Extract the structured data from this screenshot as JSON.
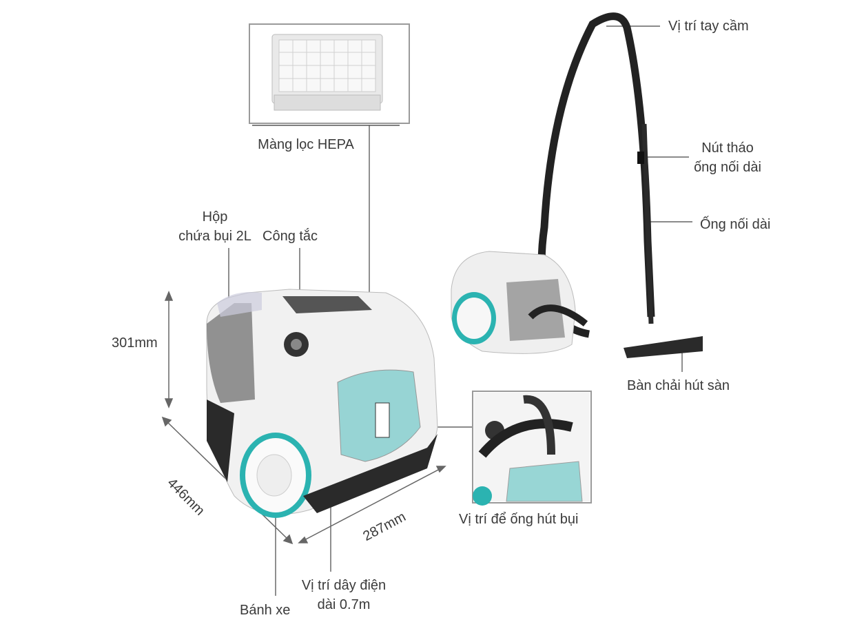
{
  "labels": {
    "hepa": "Màng lọc HEPA",
    "handle": "Vị trí tay cầm",
    "release_1": "Nút tháo",
    "release_2": "ống nối dài",
    "extension_tube": "Ống nối dài",
    "dust_box_1": "Hộp",
    "dust_box_2": "chứa bụi 2L",
    "switch": "Công tắc",
    "floor_brush": "Bàn chải hút sàn",
    "hose_storage": "Vị trí để ống hút bụi",
    "cord_1": "Vị trí dây điện",
    "cord_2": "dài 0.7m",
    "wheel": "Bánh xe"
  },
  "dimensions": {
    "height": "301mm",
    "length": "446mm",
    "width": "287mm"
  },
  "colors": {
    "accent_teal": "#2bb3b1",
    "body_white": "#f2f2f2",
    "dark": "#2a2a2a"
  }
}
